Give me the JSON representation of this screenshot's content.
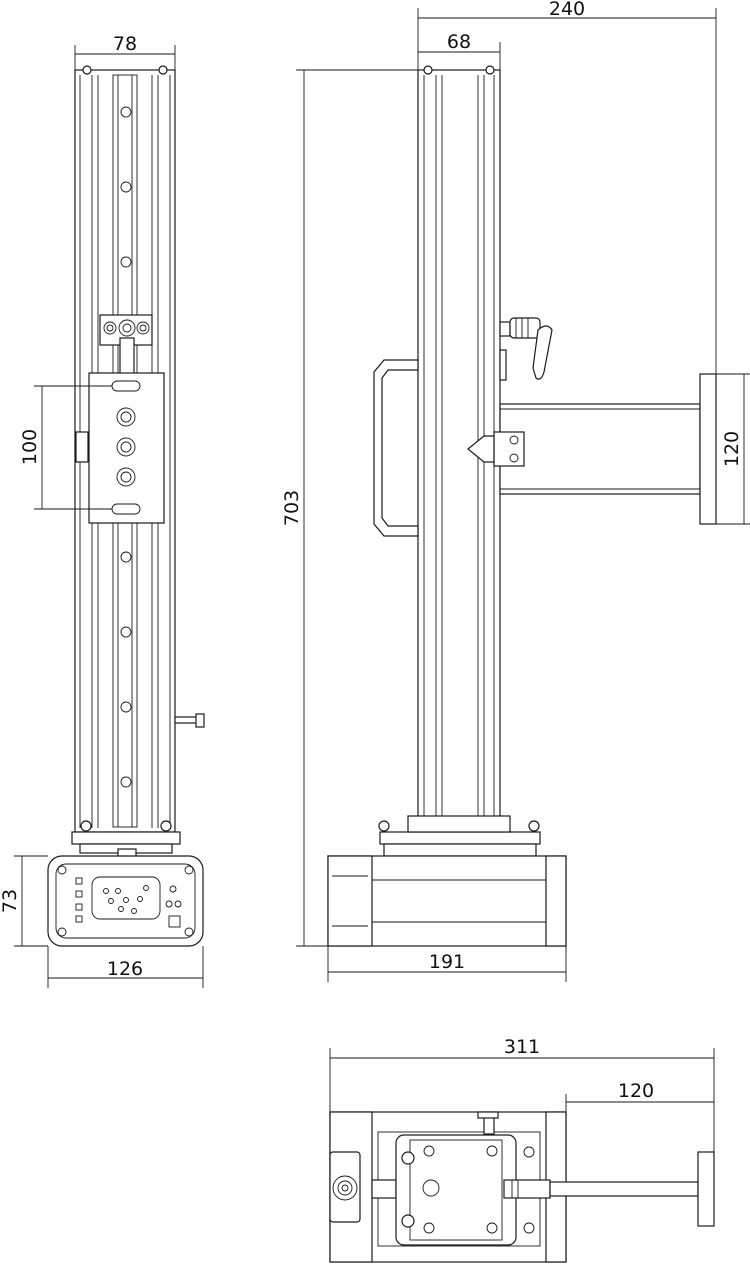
{
  "colors": {
    "line": "#1a1a1a",
    "paper": "#ffffff",
    "shade": "#d9d9d9"
  },
  "dimensions": {
    "front_width": "78",
    "slider_hole_pitch": "100",
    "base_depth": "73",
    "base_width": "126",
    "overall_depth": "240",
    "column_depth": "68",
    "overall_height": "703",
    "arm_plate_height": "120",
    "base_length": "191",
    "overall_length": "311",
    "arm_length": "120"
  }
}
